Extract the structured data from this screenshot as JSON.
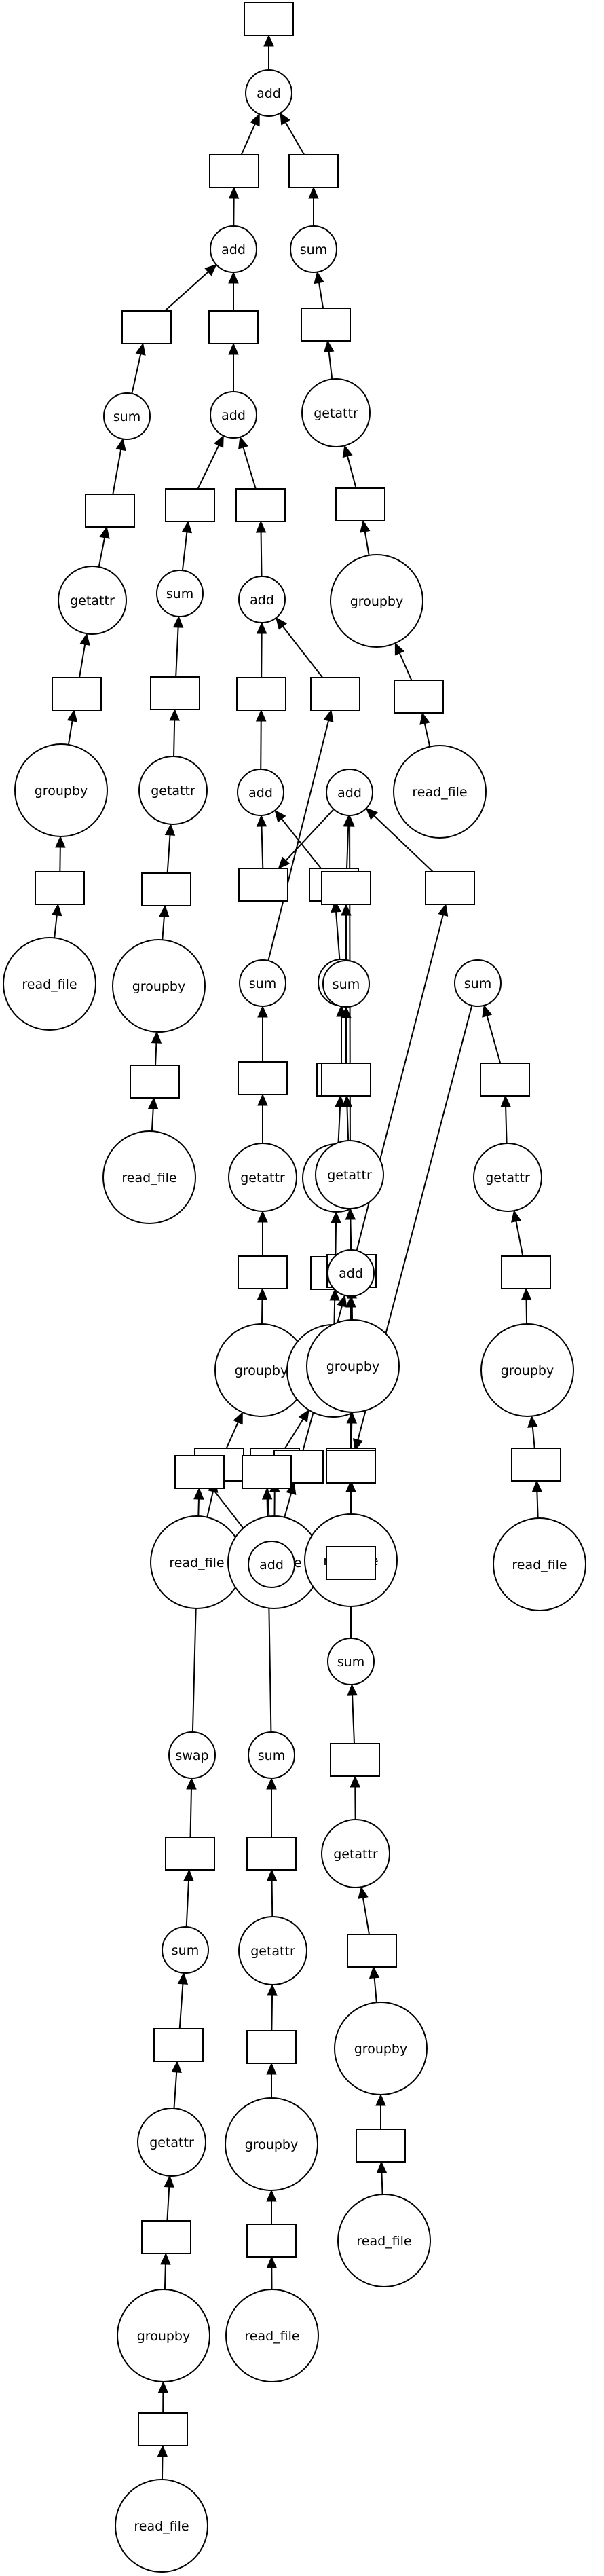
{
  "nodes": [
    {
      "id": "r_top",
      "kind": "rect",
      "label": ""
    },
    {
      "id": "c_add_top",
      "kind": "circle",
      "label": "add"
    },
    {
      "id": "r_a1",
      "kind": "rect",
      "label": ""
    },
    {
      "id": "r_b1",
      "kind": "rect",
      "label": ""
    },
    {
      "id": "c_sum_b",
      "kind": "circle",
      "label": "sum"
    },
    {
      "id": "r_b2",
      "kind": "rect",
      "label": ""
    },
    {
      "id": "c_getattr_b",
      "kind": "circle",
      "label": "getattr"
    },
    {
      "id": "r_b3",
      "kind": "rect",
      "label": ""
    },
    {
      "id": "c_groupby_b",
      "kind": "circle",
      "label": "groupby"
    },
    {
      "id": "r_b4",
      "kind": "rect",
      "label": ""
    },
    {
      "id": "c_read_b",
      "kind": "circle",
      "label": "read_file"
    },
    {
      "id": "c_add2",
      "kind": "circle",
      "label": "add"
    },
    {
      "id": "r_2L",
      "kind": "rect",
      "label": ""
    },
    {
      "id": "c_sum_L",
      "kind": "circle",
      "label": "sum"
    },
    {
      "id": "r_L1",
      "kind": "rect",
      "label": ""
    },
    {
      "id": "c_getattr_L",
      "kind": "circle",
      "label": "getattr"
    },
    {
      "id": "r_L2",
      "kind": "rect",
      "label": ""
    },
    {
      "id": "c_groupby_L",
      "kind": "circle",
      "label": "groupby"
    },
    {
      "id": "r_L3",
      "kind": "rect",
      "label": ""
    },
    {
      "id": "c_read_L",
      "kind": "circle",
      "label": "read_file"
    },
    {
      "id": "r_2R",
      "kind": "rect",
      "label": ""
    },
    {
      "id": "c_add3",
      "kind": "circle",
      "label": "add"
    },
    {
      "id": "r_3L",
      "kind": "rect",
      "label": ""
    },
    {
      "id": "c_sum_M",
      "kind": "circle",
      "label": "sum"
    },
    {
      "id": "r_M1",
      "kind": "rect",
      "label": ""
    },
    {
      "id": "c_getattr_M",
      "kind": "circle",
      "label": "getattr"
    },
    {
      "id": "r_M2",
      "kind": "rect",
      "label": ""
    },
    {
      "id": "c_add4",
      "kind": "circle",
      "label": "add"
    },
    {
      "id": "r_3R",
      "kind": "rect",
      "label": ""
    },
    {
      "id": "r_4L",
      "kind": "rect",
      "label": ""
    },
    {
      "id": "r_M3",
      "kind": "rect",
      "label": ""
    },
    {
      "id": "c_groupby_M",
      "kind": "circle",
      "label": "groupby"
    },
    {
      "id": "c_read_M",
      "kind": "circle",
      "label": "read_file"
    },
    {
      "id": "c_add5",
      "kind": "circle",
      "label": "add"
    },
    {
      "id": "r_4R",
      "kind": "rect",
      "label": ""
    },
    {
      "id": "c_sum_Q",
      "kind": "circle",
      "label": "sum"
    },
    {
      "id": "r_Q1",
      "kind": "rect",
      "label": ""
    },
    {
      "id": "c_getattr_Q",
      "kind": "circle",
      "label": "getattr"
    },
    {
      "id": "r_Q2",
      "kind": "rect",
      "label": ""
    },
    {
      "id": "c_groupby_Q",
      "kind": "circle",
      "label": "groupby"
    },
    {
      "id": "r_Q3",
      "kind": "rect",
      "label": ""
    },
    {
      "id": "c_read_Q",
      "kind": "circle",
      "label": "read_file"
    },
    {
      "id": "r_5L",
      "kind": "rect",
      "label": ""
    },
    {
      "id": "r_5R",
      "kind": "rect",
      "label": ""
    },
    {
      "id": "c_sum_P",
      "kind": "circle",
      "label": "sum"
    },
    {
      "id": "r_P1",
      "kind": "rect",
      "label": ""
    },
    {
      "id": "c_getattr_P",
      "kind": "circle",
      "label": "getattr"
    },
    {
      "id": "r_P2",
      "kind": "rect",
      "label": ""
    },
    {
      "id": "c_groupby_P",
      "kind": "circle",
      "label": "groupby"
    },
    {
      "id": "r_P3",
      "kind": "rect",
      "label": ""
    },
    {
      "id": "c_read_P",
      "kind": "circle",
      "label": "read_file"
    },
    {
      "id": "c_add6",
      "kind": "circle",
      "label": "add"
    },
    {
      "id": "r_6L",
      "kind": "rect",
      "label": ""
    },
    {
      "id": "c_sum_K",
      "kind": "circle",
      "label": "sum"
    },
    {
      "id": "r_K1",
      "kind": "rect",
      "label": ""
    },
    {
      "id": "c_getattr_K",
      "kind": "circle",
      "label": "getattr"
    },
    {
      "id": "r_K2",
      "kind": "rect",
      "label": ""
    },
    {
      "id": "c_groupby_K",
      "kind": "circle",
      "label": "groupby"
    },
    {
      "id": "r_K3",
      "kind": "rect",
      "label": ""
    },
    {
      "id": "c_read_K",
      "kind": "circle",
      "label": "read_file"
    },
    {
      "id": "r_6R",
      "kind": "rect",
      "label": ""
    },
    {
      "id": "c_add7",
      "kind": "circle",
      "label": "add"
    },
    {
      "id": "r_7L",
      "kind": "rect",
      "label": ""
    },
    {
      "id": "r_7R",
      "kind": "rect",
      "label": ""
    },
    {
      "id": "c_sum_R",
      "kind": "circle",
      "label": "sum"
    },
    {
      "id": "r_R1",
      "kind": "rect",
      "label": ""
    },
    {
      "id": "c_getattr_R",
      "kind": "circle",
      "label": "getattr"
    },
    {
      "id": "r_R2",
      "kind": "rect",
      "label": ""
    },
    {
      "id": "c_groupby_R",
      "kind": "circle",
      "label": "groupby"
    },
    {
      "id": "r_R3",
      "kind": "rect",
      "label": ""
    },
    {
      "id": "c_read_R",
      "kind": "circle",
      "label": "read_file"
    },
    {
      "id": "c_add8",
      "kind": "circle",
      "label": "add"
    },
    {
      "id": "r_8L",
      "kind": "rect",
      "label": ""
    },
    {
      "id": "c_swap",
      "kind": "circle",
      "label": "swap"
    },
    {
      "id": "r_S1",
      "kind": "rect",
      "label": ""
    },
    {
      "id": "c_sum_S",
      "kind": "circle",
      "label": "sum"
    },
    {
      "id": "r_S2",
      "kind": "rect",
      "label": ""
    },
    {
      "id": "c_getattr_S",
      "kind": "circle",
      "label": "getattr"
    },
    {
      "id": "r_S3",
      "kind": "rect",
      "label": ""
    },
    {
      "id": "c_groupby_S",
      "kind": "circle",
      "label": "groupby"
    },
    {
      "id": "r_S4",
      "kind": "rect",
      "label": ""
    },
    {
      "id": "c_read_S",
      "kind": "circle",
      "label": "read_file"
    },
    {
      "id": "r_8R",
      "kind": "rect",
      "label": ""
    },
    {
      "id": "c_sum_T",
      "kind": "circle",
      "label": "sum"
    },
    {
      "id": "r_T1",
      "kind": "rect",
      "label": ""
    },
    {
      "id": "c_getattr_T",
      "kind": "circle",
      "label": "getattr"
    },
    {
      "id": "r_T2",
      "kind": "rect",
      "label": ""
    },
    {
      "id": "c_groupby_T",
      "kind": "circle",
      "label": "groupby"
    },
    {
      "id": "r_T3",
      "kind": "rect",
      "label": ""
    },
    {
      "id": "c_read_T",
      "kind": "circle",
      "label": "read_file"
    },
    {
      "id": "r_U0",
      "kind": "rect",
      "label": ""
    },
    {
      "id": "c_sum_U",
      "kind": "circle",
      "label": "sum"
    },
    {
      "id": "r_U1",
      "kind": "rect",
      "label": ""
    },
    {
      "id": "c_getattr_U",
      "kind": "circle",
      "label": "getattr"
    },
    {
      "id": "r_U2",
      "kind": "rect",
      "label": ""
    },
    {
      "id": "c_groupby_U",
      "kind": "circle",
      "label": "groupby"
    },
    {
      "id": "r_U3",
      "kind": "rect",
      "label": ""
    },
    {
      "id": "c_read_U",
      "kind": "circle",
      "label": "read_file"
    }
  ],
  "edges": [
    [
      "c_add_top",
      "r_top"
    ],
    [
      "r_a1",
      "c_add_top"
    ],
    [
      "r_b1",
      "c_add_top"
    ],
    [
      "c_sum_b",
      "r_b1"
    ],
    [
      "r_b2",
      "c_sum_b"
    ],
    [
      "c_getattr_b",
      "r_b2"
    ],
    [
      "r_b3",
      "c_getattr_b"
    ],
    [
      "c_groupby_b",
      "r_b3"
    ],
    [
      "r_b4",
      "c_groupby_b"
    ],
    [
      "c_read_b",
      "r_b4"
    ],
    [
      "c_add2",
      "r_a1"
    ],
    [
      "r_2L",
      "c_add2"
    ],
    [
      "r_2R",
      "c_add2"
    ],
    [
      "c_sum_L",
      "r_2L"
    ],
    [
      "r_L1",
      "c_sum_L"
    ],
    [
      "c_getattr_L",
      "r_L1"
    ],
    [
      "r_L2",
      "c_getattr_L"
    ],
    [
      "c_groupby_L",
      "r_L2"
    ],
    [
      "r_L3",
      "c_groupby_L"
    ],
    [
      "c_read_L",
      "r_L3"
    ],
    [
      "c_add3",
      "r_2R"
    ],
    [
      "r_3L",
      "c_add3"
    ],
    [
      "r_3R",
      "c_add3"
    ],
    [
      "c_sum_M",
      "r_3L"
    ],
    [
      "r_M1",
      "c_sum_M"
    ],
    [
      "c_getattr_M",
      "r_M1"
    ],
    [
      "r_M2",
      "c_getattr_M"
    ],
    [
      "c_groupby_M",
      "r_M2"
    ],
    [
      "r_M3",
      "c_groupby_M"
    ],
    [
      "c_read_M",
      "r_M3"
    ],
    [
      "c_add4",
      "r_3R"
    ],
    [
      "r_4L",
      "c_add4"
    ],
    [
      "r_4R",
      "c_add4"
    ],
    [
      "c_add5",
      "r_4L"
    ],
    [
      "r_5L",
      "c_add5"
    ],
    [
      "r_5R",
      "c_add5"
    ],
    [
      "c_sum_Q",
      "r_4R"
    ],
    [
      "r_Q1",
      "c_sum_Q"
    ],
    [
      "c_getattr_Q",
      "r_Q1"
    ],
    [
      "r_Q2",
      "c_getattr_Q"
    ],
    [
      "c_groupby_Q",
      "r_Q2"
    ],
    [
      "r_Q3",
      "c_groupby_Q"
    ],
    [
      "c_read_Q",
      "r_Q3"
    ],
    [
      "c_sum_P",
      "r_5R"
    ],
    [
      "r_P1",
      "c_sum_P"
    ],
    [
      "c_getattr_P",
      "r_P1"
    ],
    [
      "r_P2",
      "c_getattr_P"
    ],
    [
      "c_groupby_P",
      "r_P2"
    ],
    [
      "r_P3",
      "c_groupby_P"
    ],
    [
      "c_read_P",
      "r_P3"
    ],
    [
      "c_add6",
      "r_5L"
    ],
    [
      "r_6L",
      "c_add6"
    ],
    [
      "r_6R",
      "c_add6"
    ],
    [
      "c_sum_K",
      "r_6L"
    ],
    [
      "r_K1",
      "c_sum_K"
    ],
    [
      "c_getattr_K",
      "r_K1"
    ],
    [
      "r_K2",
      "c_getattr_K"
    ],
    [
      "c_groupby_K",
      "r_K2"
    ],
    [
      "r_K3",
      "c_groupby_K"
    ],
    [
      "c_read_K",
      "r_K3"
    ],
    [
      "c_add7",
      "r_6R"
    ],
    [
      "r_7L",
      "c_add7"
    ],
    [
      "r_7R",
      "c_add7"
    ],
    [
      "c_sum_R",
      "r_7R"
    ],
    [
      "r_R1",
      "c_sum_R"
    ],
    [
      "c_getattr_R",
      "r_R1"
    ],
    [
      "r_R2",
      "c_getattr_R"
    ],
    [
      "c_groupby_R",
      "r_R2"
    ],
    [
      "r_R3",
      "c_groupby_R"
    ],
    [
      "c_read_R",
      "r_R3"
    ],
    [
      "c_add8",
      "r_7L"
    ],
    [
      "r_8L",
      "c_add8"
    ],
    [
      "r_8R",
      "c_add8"
    ],
    [
      "c_swap",
      "r_8L"
    ],
    [
      "r_S1",
      "c_swap"
    ],
    [
      "c_sum_S",
      "r_S1"
    ],
    [
      "r_S2",
      "c_sum_S"
    ],
    [
      "c_getattr_S",
      "r_S2"
    ],
    [
      "r_S3",
      "c_getattr_S"
    ],
    [
      "c_groupby_S",
      "r_S3"
    ],
    [
      "r_S4",
      "c_groupby_S"
    ],
    [
      "c_read_S",
      "r_S4"
    ],
    [
      "c_sum_T",
      "r_8R"
    ],
    [
      "r_T1",
      "c_sum_T"
    ],
    [
      "c_getattr_T",
      "r_T1"
    ],
    [
      "r_T2",
      "c_getattr_T"
    ],
    [
      "c_groupby_T",
      "r_T2"
    ],
    [
      "r_T3",
      "c_groupby_T"
    ],
    [
      "c_read_T",
      "r_T3"
    ],
    [
      "c_sum_U",
      "r_U0"
    ],
    [
      "r_U1",
      "c_sum_U"
    ],
    [
      "c_getattr_U",
      "r_U1"
    ],
    [
      "r_U2",
      "c_getattr_U"
    ],
    [
      "c_groupby_U",
      "r_U2"
    ],
    [
      "r_U3",
      "c_groupby_U"
    ],
    [
      "c_read_U",
      "r_U3"
    ],
    [
      "r_U0",
      "c_add6"
    ]
  ]
}
